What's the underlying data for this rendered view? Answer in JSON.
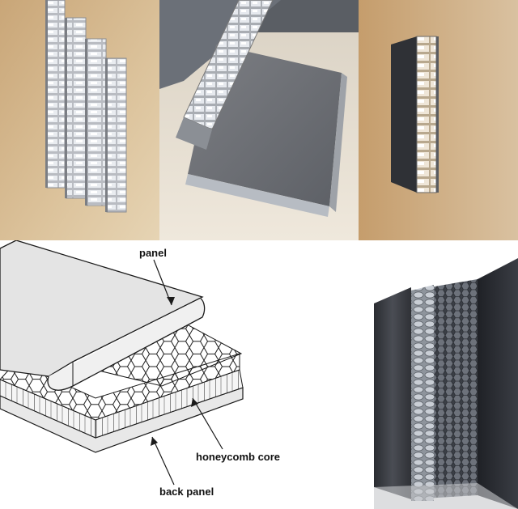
{
  "labels": {
    "panel": "panel",
    "honeycomb_core": "honeycomb core",
    "back_panel": "back panel"
  },
  "colors": {
    "panel_fill": "#e4e4e4",
    "core_fill": "#f3f3f3",
    "line": "#1a1a1a",
    "photo_bg_warm": "#d6b98e",
    "photo_bg_cool": "#e8e4dc",
    "dark_sheet": "#3a3c42"
  }
}
